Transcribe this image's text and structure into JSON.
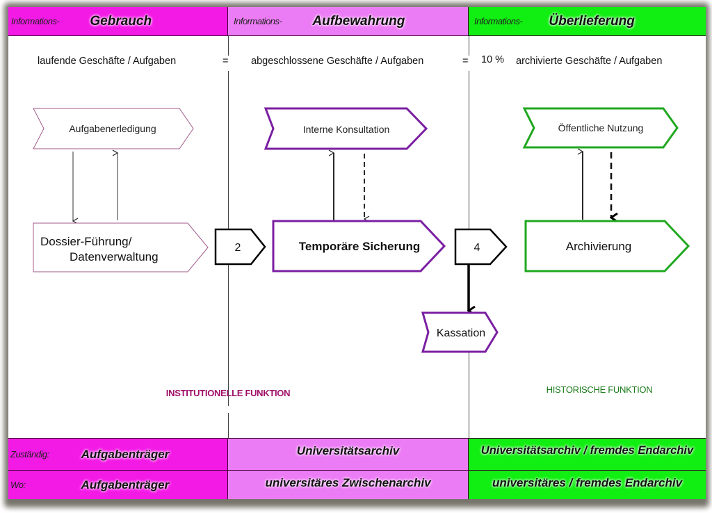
{
  "header": [
    {
      "prefix": "Informations-",
      "title": "Gebrauch",
      "color": "#f41ae6"
    },
    {
      "prefix": "Informations-",
      "title": "Aufbewahrung",
      "color": "#ec7cf5"
    },
    {
      "prefix": "Informations-",
      "title": "Überlieferung",
      "color": "#11ee11"
    }
  ],
  "equation": {
    "left": "laufende Geschäfte / Aufgaben",
    "eq1": "=",
    "middle": "abgeschlossene Geschäfte / Aufgaben",
    "eq2": "=",
    "percent": "10 %",
    "right": "archivierte Geschäfte / Aufgaben"
  },
  "shapes": {
    "aufgabenerledigung": "Aufgabenerledigung",
    "dossier_line1": "Dossier-Führung/",
    "dossier_line2": "Datenverwaltung",
    "step2": "2",
    "interne_konsultation": "Interne Konsultation",
    "temporaere_sicherung": "Temporäre Sicherung",
    "step4": "4",
    "kassation": "Kassation",
    "oeffentliche_nutzung": "Öffentliche Nutzung",
    "archivierung": "Archivierung"
  },
  "functions": {
    "institutional": "INSTITUTIONELLE FUNKTION",
    "historical": "HISTORISCHE FUNKTION"
  },
  "colors": {
    "purple_stroke": "#7b1fa2",
    "green_stroke": "#20a820",
    "inst_text": "#a0106a",
    "hist_text": "#1a7a1a"
  },
  "footer": {
    "row1": {
      "label": "Zuständig:",
      "values": [
        "Aufgabenträger",
        "Universitätsarchiv",
        "Universitätsarchiv / fremdes Endarchiv"
      ]
    },
    "row2": {
      "label": "Wo:",
      "values": [
        "Aufgabenträger",
        "universitäres Zwischenarchiv",
        "universitäres / fremdes Endarchiv"
      ]
    }
  }
}
